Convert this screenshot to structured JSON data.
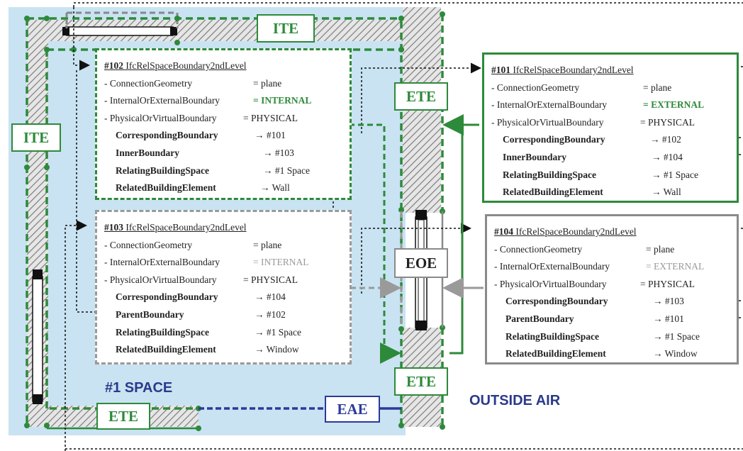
{
  "labels": {
    "ite_top": "ITE",
    "ite_left": "ITE",
    "ete_mid": "ETE",
    "ete_bottom_right": "ETE",
    "ete_bottom_left": "ETE",
    "eoe": "EOE",
    "eae": "EAE"
  },
  "zones": {
    "space": "#1 SPACE",
    "outside": "OUTSIDE AIR"
  },
  "boundaries": [
    {
      "id": "#102",
      "type": "IfcRelSpaceBoundary2ndLevel",
      "connection_geometry": "= plane",
      "internal_or_external": "= INTERNAL",
      "physical_or_virtual": "= PHYSICAL",
      "rows": [
        {
          "key": "CorrespondingBoundary",
          "value": "→ #101"
        },
        {
          "key": "InnerBoundary",
          "value": "→ #103"
        },
        {
          "key": "RelatingBuildingSpace",
          "value": "→ #1 Space"
        },
        {
          "key": "RelatedBuildingElement",
          "value": "→ Wall"
        }
      ]
    },
    {
      "id": "#103",
      "type": "IfcRelSpaceBoundary2ndLevel",
      "connection_geometry": "= plane",
      "internal_or_external": "= INTERNAL",
      "physical_or_virtual": "= PHYSICAL",
      "rows": [
        {
          "key": "CorrespondingBoundary",
          "value": "→ #104"
        },
        {
          "key": "ParentBoundary",
          "value": "→ #102"
        },
        {
          "key": "RelatingBuildingSpace",
          "value": "→ #1 Space"
        },
        {
          "key": "RelatedBuildingElement",
          "value": "→ Window"
        }
      ]
    },
    {
      "id": "#101",
      "type": "IfcRelSpaceBoundary2ndLevel",
      "connection_geometry": "= plane",
      "internal_or_external": "= EXTERNAL",
      "physical_or_virtual": "= PHYSICAL",
      "rows": [
        {
          "key": "CorrespondingBoundary",
          "value": "→ #102"
        },
        {
          "key": "InnerBoundary",
          "value": "→ #104"
        },
        {
          "key": "RelatingBuildingSpace",
          "value": "→ #1 Space"
        },
        {
          "key": "RelatedBuildingElement",
          "value": "→ Wall"
        }
      ]
    },
    {
      "id": "#104",
      "type": "IfcRelSpaceBoundary2ndLevel",
      "connection_geometry": "= plane",
      "internal_or_external": "= EXTERNAL",
      "physical_or_virtual": "= PHYSICAL",
      "rows": [
        {
          "key": "CorrespondingBoundary",
          "value": "→ #103"
        },
        {
          "key": "ParentBoundary",
          "value": "→ #101"
        },
        {
          "key": "RelatingBuildingSpace",
          "value": "→ #1 Space"
        },
        {
          "key": "RelatedBuildingElement",
          "value": "→ Window"
        }
      ]
    }
  ],
  "attribute_names": {
    "connection_geometry": "- ConnectionGeometry",
    "internal_or_external": "- InternalOrExternalBoundary",
    "physical_or_virtual": "- PhysicalOrVirtualBoundary"
  },
  "colors": {
    "space_fill": "#c9e3f2",
    "green": "#2d8a3a",
    "gray": "#9a9a9a",
    "blue": "#2a3a9a",
    "wall_hatch": "#8a8a8a"
  }
}
